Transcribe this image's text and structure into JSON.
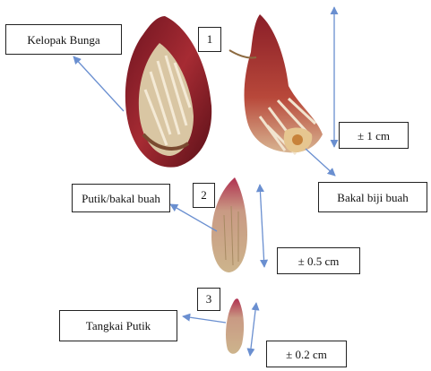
{
  "labels": {
    "kelopak_bunga": "Kelopak Bunga",
    "putik_bakal_buah": "Putik/bakal buah",
    "tangkai_putik": "Tangkai Putik",
    "bakal_biji_buah": "Bakal biji buah"
  },
  "measurements": {
    "m1": "± 1 cm",
    "m2": "± 0.5 cm",
    "m3": "± 0.2 cm"
  },
  "step_numbers": {
    "n1": "1",
    "n2": "2",
    "n3": "3"
  },
  "colors": {
    "arrow": "#6a8fd0",
    "bract_outer": "#8e1f28",
    "bract_inner": "#d9c6a3",
    "pistil_body": "#c9b08a",
    "pistil_tip": "#b03050"
  }
}
